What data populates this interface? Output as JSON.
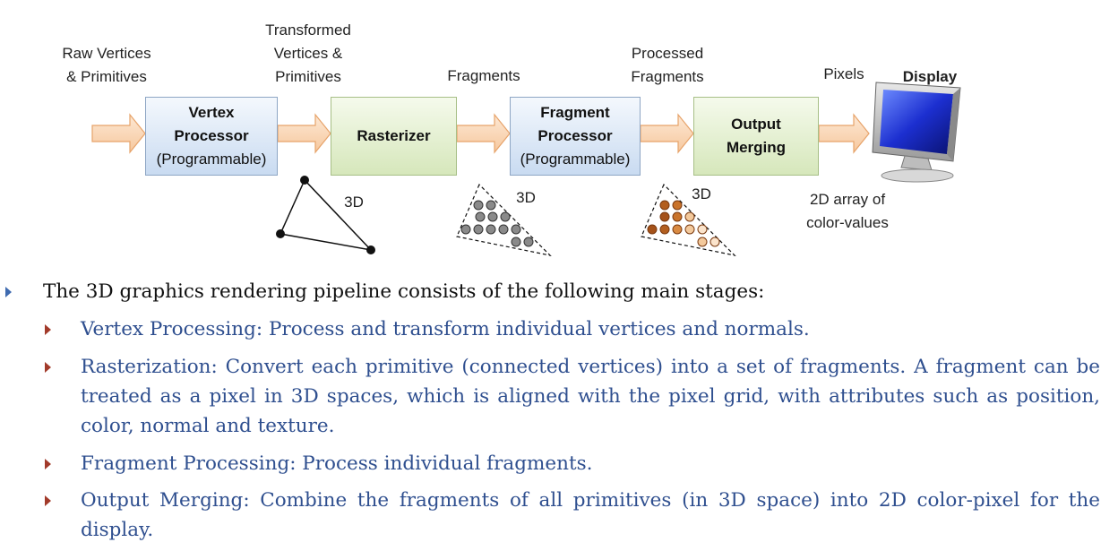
{
  "diagram": {
    "labels": {
      "raw": [
        "Raw Vertices",
        "& Primitives"
      ],
      "transformed": [
        "Transformed",
        "Vertices &",
        "Primitives"
      ],
      "fragments": "Fragments",
      "processed": [
        "Processed",
        "Fragments"
      ],
      "pixels": "Pixels",
      "display": "Display"
    },
    "stages": {
      "vertex": [
        "Vertex",
        "Processor",
        "(Programmable)"
      ],
      "rasterizer": "Rasterizer",
      "fragment": [
        "Fragment",
        "Processor",
        "(Programmable)"
      ],
      "output": [
        "Output",
        "Merging"
      ]
    },
    "annotations": {
      "three_d_a": "3D",
      "three_d_b": "3D",
      "three_d_c": "3D",
      "array": [
        "2D array of",
        "color-values"
      ]
    },
    "colors": {
      "arrow_fill": "#fbdcc0",
      "arrow_stroke": "#e7a36a",
      "vertex_box": "#c9dbf1",
      "raster_box": "#d6e7bb",
      "fragment_gray": "#7a7a7a",
      "fragment_brown": "#b35f1f",
      "fragment_tan": "#f3c99c"
    }
  },
  "text": {
    "intro": "The 3D graphics rendering pipeline consists of the following main stages:",
    "items": [
      "Vertex Processing: Process and transform individual vertices and normals.",
      "Rasterization: Convert each primitive (connected vertices) into a set of fragments. A fragment can be treated as a pixel in 3D spaces, which is aligned with the pixel grid, with attributes such as position, color, normal and texture.",
      "Fragment Processing: Process individual fragments.",
      "Output Merging: Combine the fragments of all primitives (in 3D space) into 2D color-pixel for the display."
    ]
  }
}
